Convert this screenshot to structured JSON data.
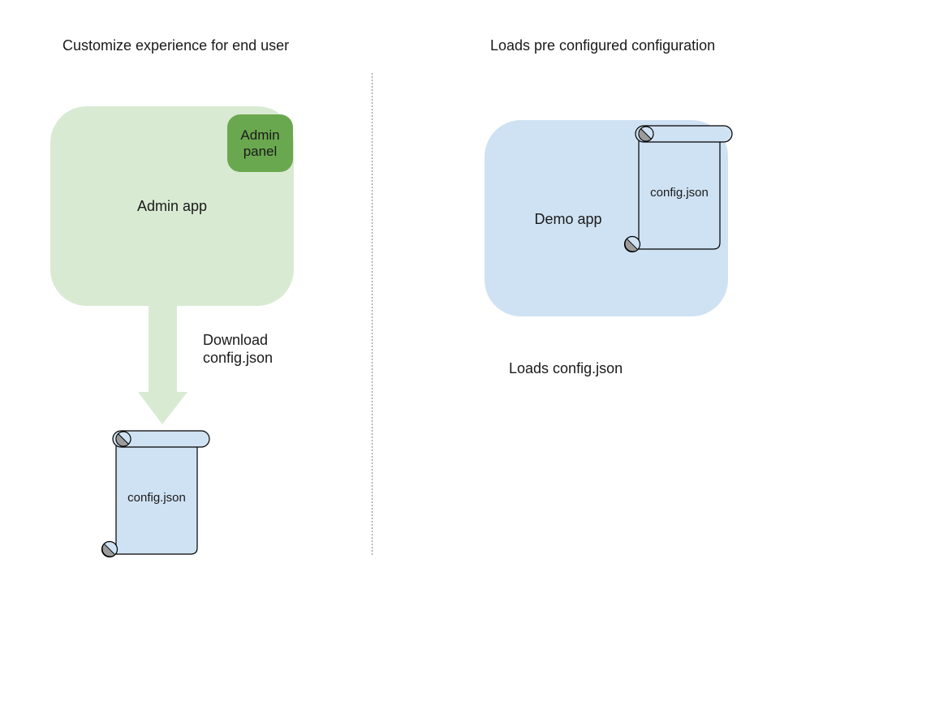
{
  "canvas": {
    "background": "#ffffff",
    "divider_color": "#888888",
    "text_color": "#1a1a1a"
  },
  "left_section": {
    "title": "Customize experience for end user",
    "admin_app": {
      "label": "Admin app",
      "fill": "#d9ead3"
    },
    "admin_panel": {
      "label": "Admin panel",
      "lines": [
        "Admin",
        "panel"
      ],
      "fill": "#6aa84f"
    },
    "download_arrow": {
      "color": "#d9ead3",
      "direction": "down",
      "lines": [
        "Download",
        "config.json"
      ]
    },
    "config_file": {
      "label": "config.json",
      "fill": "#cfe2f3",
      "outline": "#000000",
      "curl_shade": "#9b9b9b"
    }
  },
  "right_section": {
    "title": "Loads pre configured configuration",
    "demo_app": {
      "label": "Demo app",
      "fill": "#cfe2f3"
    },
    "config_file": {
      "label": "config.json",
      "fill": "#cfe2f3",
      "outline": "#000000",
      "curl_shade": "#9b9b9b"
    },
    "caption": "Loads config.json"
  }
}
